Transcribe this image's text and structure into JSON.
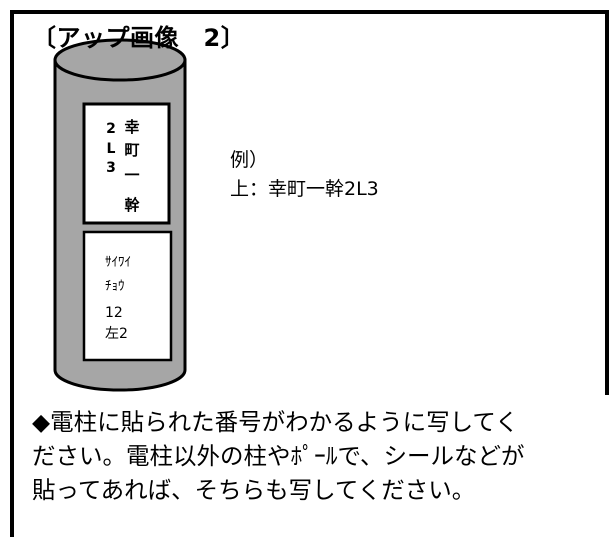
{
  "title": "〔アップ画像　2〕",
  "pole": {
    "upper_plate": {
      "column_left": [
        "2",
        "L",
        "3"
      ],
      "column_right": [
        "幸",
        "町",
        "一",
        "幹"
      ]
    },
    "lower_plate": {
      "lines": [
        "ｻｲﾜｲ",
        "ﾁｮｳ",
        "12",
        "左2"
      ]
    },
    "colors": {
      "pole_fill": "#a6a6a6",
      "pole_stroke": "#000000",
      "plate_fill": "#ffffff"
    }
  },
  "example": {
    "label": "例）",
    "text": "上：幸町一幹2L3"
  },
  "note": {
    "lines": [
      "◆電柱に貼られた番号がわかるように写してく",
      "ださい。電柱以外の柱やﾎﾟｰﾙで、シールなどが",
      "貼ってあれば、そちらも写してください。"
    ]
  }
}
